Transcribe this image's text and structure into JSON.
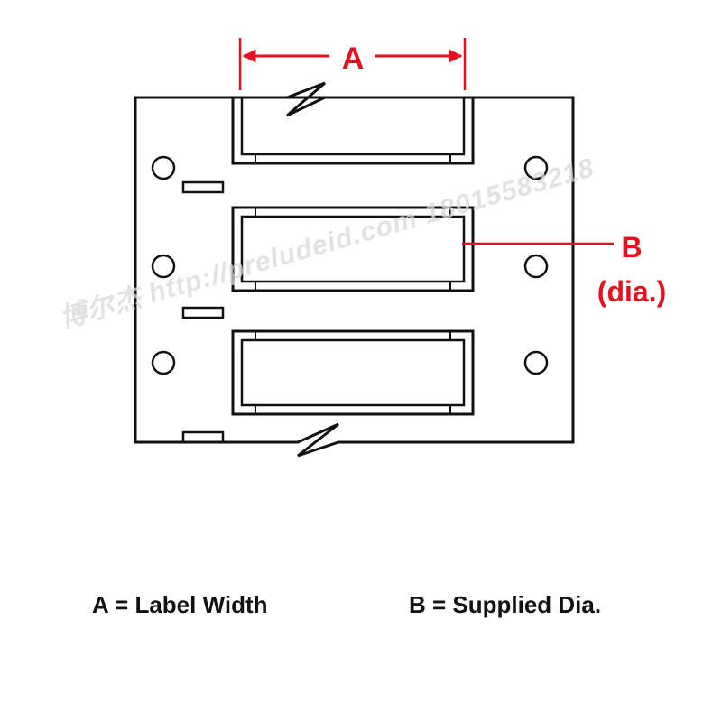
{
  "diagram": {
    "dimension_a_label": "A",
    "dimension_b_label": "B",
    "dimension_b_sub": "(dia.)",
    "accent_color": "#e8101e",
    "line_color": "#111111"
  },
  "legend": {
    "a_text": "A = Label Width",
    "b_text": "B = Supplied Dia."
  },
  "watermark": {
    "text": "博尔杰 http://preludeid.com 18015583218"
  }
}
